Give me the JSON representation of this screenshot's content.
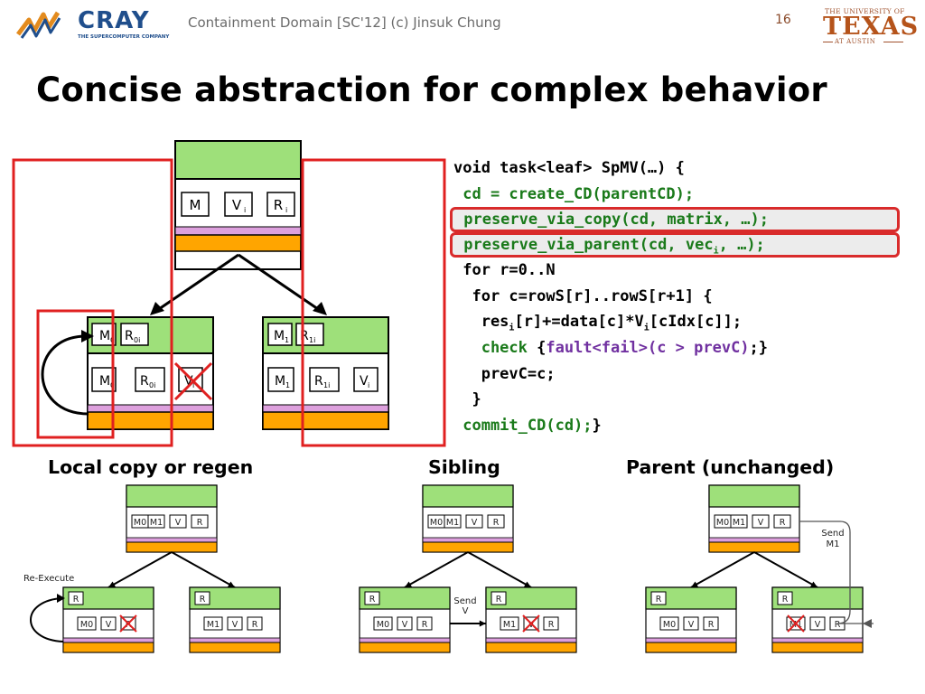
{
  "header": {
    "cray_logo_text": "CRAY",
    "cray_tagline": "THE SUPERCOMPUTER COMPANY",
    "text": "Containment Domain [SC'12] (c) Jinsuk Chung",
    "page_number": "16",
    "ut_top": "THE UNIVERSITY OF",
    "ut_main": "TEXAS",
    "ut_sub": "AT AUSTIN"
  },
  "title": "Concise abstraction for complex behavior",
  "big_diagram": {
    "parent_cells": [
      "M",
      "V",
      "R"
    ],
    "parent_subscripts": [
      "",
      "i",
      "i"
    ],
    "left_child_top": [
      "M",
      "R"
    ],
    "left_child_top_subs": [
      "0",
      "0i"
    ],
    "left_child_bottom": [
      "M",
      "R",
      "V"
    ],
    "left_child_bottom_subs": [
      "0",
      "0i",
      "i"
    ],
    "right_child_top": [
      "M",
      "R"
    ],
    "right_child_top_subs": [
      "1",
      "1i"
    ],
    "right_child_bottom": [
      "M",
      "R",
      "V"
    ],
    "right_child_bottom_subs": [
      "1",
      "1i",
      "i"
    ]
  },
  "code": {
    "l1": "void task<leaf> SpMV(…) {",
    "l2": " cd = create_CD(parentCD);",
    "l3": " preserve_via_copy(cd, matrix, …);",
    "l4a": " preserve_via_parent(cd, vec",
    "l4sub": "i",
    "l4b": ", …);",
    "l5": " for r=0..N",
    "l6": "  for c=rowS[r]..rowS[r+1] {",
    "l7a": "   res",
    "l7sub1": "i",
    "l7b": "[r]+=data[c]*V",
    "l7sub2": "i",
    "l7c": "[cIdx[c]];",
    "l8a": "   check ",
    "l8b": "{",
    "l8c": "fault<fail>(c > prevC)",
    "l8d": ";}",
    "l9": "   prevC=c;",
    "l10": "  }",
    "l11a": " commit_CD(cd);",
    "l11b": "}"
  },
  "captions": {
    "local": "Local copy or regen",
    "sibling": "Sibling",
    "parent": "Parent (unchanged)"
  },
  "small_diagrams": {
    "parent_cells": [
      "M0",
      "M1",
      "V",
      "R"
    ],
    "child_top_cell": "R",
    "left_bottom_cells": [
      "M0",
      "V",
      "R"
    ],
    "right_bottom_cells": [
      "M1",
      "V",
      "R"
    ],
    "re_execute_label": "Re-Execute",
    "send_v_label": "Send",
    "send_v_label2": "V",
    "send_m1_label": "Send",
    "send_m1_label2": "M1"
  },
  "colors": {
    "green": "#9ee07a",
    "pink": "#dda0dd",
    "orange": "#ffa500",
    "red": "#e02020",
    "code_green": "#1a7a1a",
    "code_purple": "#7030a0"
  }
}
